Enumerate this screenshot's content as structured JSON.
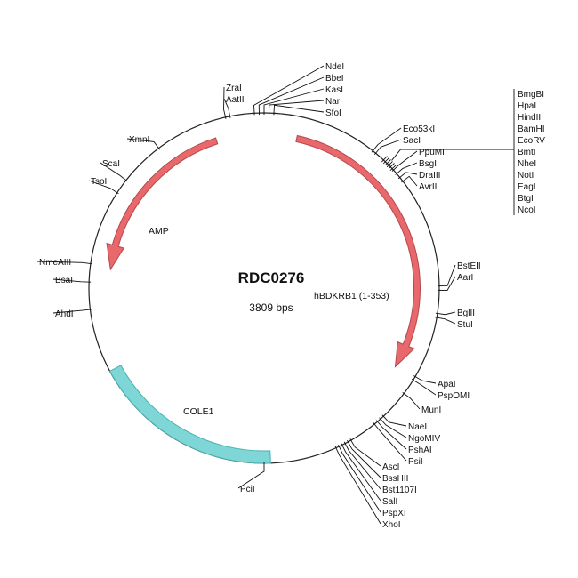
{
  "plasmid": {
    "name": "RDC0276",
    "size_label": "3809 bps",
    "length": 3809
  },
  "colors": {
    "arrow_fill": "#e8686b",
    "arrow_stroke": "#b24a4e",
    "cole1_fill": "#7ed6d6",
    "cole1_stroke": "#4bb1b1",
    "backbone": "#222222"
  },
  "features": [
    {
      "name": "AMP",
      "type": "arrow",
      "start": 2930,
      "end": 3620,
      "direction": "ccw",
      "color": "red"
    },
    {
      "name": "hBDKRB1 (1-353)",
      "type": "arrow",
      "start": 130,
      "end": 1280,
      "direction": "cw",
      "color": "red"
    },
    {
      "name": "COLE1",
      "type": "band",
      "start": 1882,
      "end": 2557,
      "color": "cyan"
    }
  ],
  "sites_groups": [
    {
      "names": [
        "NdeI",
        "BbeI",
        "KasI",
        "NarI",
        "SfoI"
      ]
    },
    {
      "names": [
        "ZraI",
        "AatII"
      ]
    },
    {
      "names": [
        "XmnI"
      ]
    },
    {
      "names": [
        "ScaI"
      ]
    },
    {
      "names": [
        "TsoI"
      ]
    },
    {
      "names": [
        "NmeAIII"
      ]
    },
    {
      "names": [
        "BsaI"
      ]
    },
    {
      "names": [
        "AhdI"
      ]
    },
    {
      "names": [
        "PciI"
      ]
    },
    {
      "names": [
        "Eco53kI",
        "SacI"
      ]
    },
    {
      "names": [
        "BmgBI",
        "HpaI",
        "HindIII",
        "BamHI",
        "EcoRV",
        "BmtI",
        "NheI",
        "NotI",
        "EagI",
        "BtgI",
        "NcoI"
      ]
    },
    {
      "names": [
        "PpuMI",
        "BsgI",
        "DraIII",
        "AvrII"
      ]
    },
    {
      "names": [
        "BstEII",
        "AarI"
      ]
    },
    {
      "names": [
        "BglII",
        "StuI"
      ]
    },
    {
      "names": [
        "ApaI",
        "PspOMI"
      ]
    },
    {
      "names": [
        "MunI"
      ]
    },
    {
      "names": [
        "NaeI",
        "NgoMIV",
        "PshAI",
        "PsiI"
      ]
    },
    {
      "names": [
        "AscI",
        "BssHII",
        "Bst1107I",
        "SalI",
        "PspXI",
        "XhoI"
      ]
    }
  ]
}
